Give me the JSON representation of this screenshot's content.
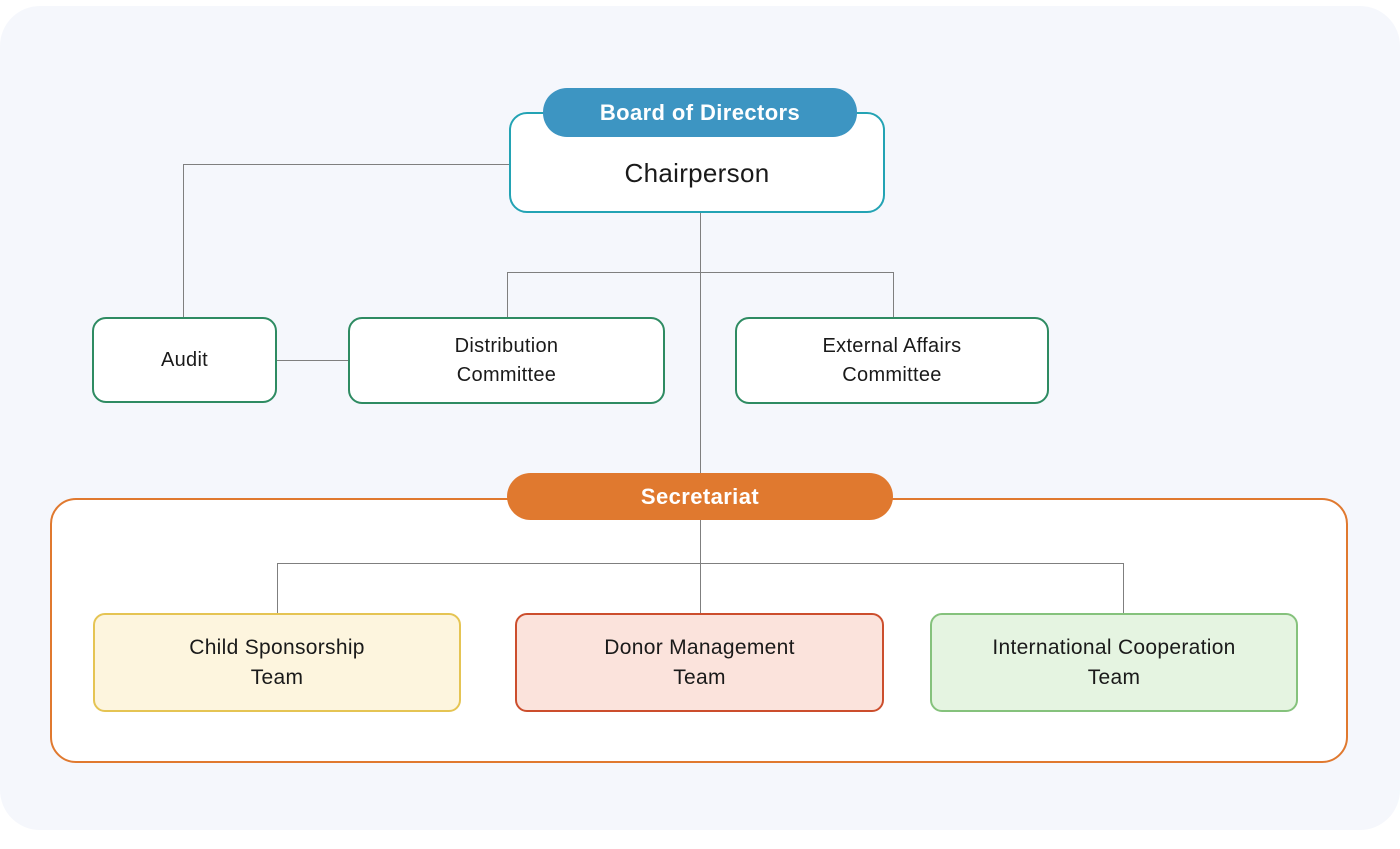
{
  "chart": {
    "board": {
      "badge": "Board of Directors",
      "role": "Chairperson"
    },
    "committees": [
      {
        "id": "audit",
        "lines": [
          "Audit"
        ]
      },
      {
        "id": "distribution",
        "lines": [
          "Distribution",
          "Committee"
        ]
      },
      {
        "id": "external",
        "lines": [
          "External Affairs",
          "Committee"
        ]
      }
    ],
    "secretariat": {
      "label": "Secretariat"
    },
    "teams": [
      {
        "id": "child-sponsorship",
        "lines": [
          "Child Sponsorship",
          "Team"
        ]
      },
      {
        "id": "donor-management",
        "lines": [
          "Donor Management",
          "Team"
        ]
      },
      {
        "id": "international-cooperation",
        "lines": [
          "International Cooperation",
          "Team"
        ]
      }
    ]
  },
  "colors": {
    "canvas_bg": "#f5f7fc",
    "board_pill": "#3d95c2",
    "board_border": "#23a3b4",
    "committee_border": "#2e8b62",
    "secretariat": "#e0792f",
    "team_yellow_bg": "#fdf5de",
    "team_yellow_border": "#e5c453",
    "team_red_bg": "#fbe3dc",
    "team_red_border": "#cc4e2d",
    "team_green_bg": "#e5f4e1",
    "team_green_border": "#85c27c",
    "line": "#7f7f7f",
    "text": "#1a1a1a"
  }
}
